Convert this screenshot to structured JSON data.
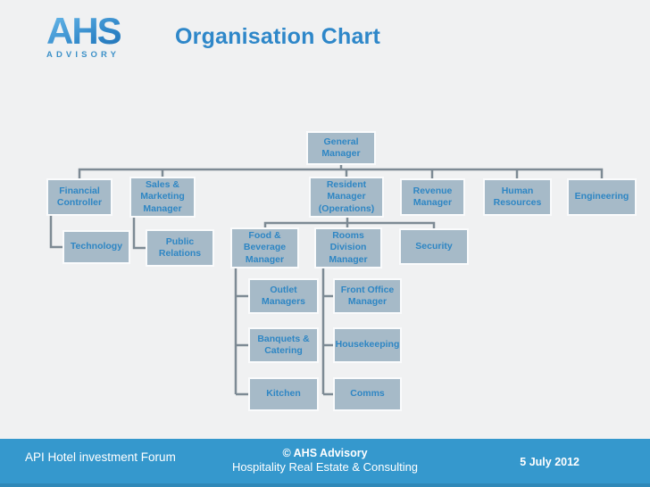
{
  "slide": {
    "logo": {
      "name": "AHS",
      "tagline": "ADVISORY"
    },
    "title": "Organisation Chart"
  },
  "org_chart": {
    "nodes": {
      "general_manager": {
        "label": "General Manager"
      },
      "financial_controller": {
        "label": "Financial Controller"
      },
      "sales_marketing_manager": {
        "label": "Sales & Marketing Manager"
      },
      "resident_manager": {
        "label": "Resident Manager (Operations)"
      },
      "revenue_manager": {
        "label": "Revenue Manager"
      },
      "human_resources": {
        "label": "Human Resources"
      },
      "engineering": {
        "label": "Engineering"
      },
      "technology": {
        "label": "Technology"
      },
      "public_relations": {
        "label": "Public Relations"
      },
      "food_beverage_manager": {
        "label": "Food & Beverage Manager"
      },
      "rooms_division_manager": {
        "label": "Rooms Division Manager"
      },
      "security": {
        "label": "Security"
      },
      "outlet_managers": {
        "label": "Outlet Managers"
      },
      "front_office_manager": {
        "label": "Front Office Manager"
      },
      "banquets_catering": {
        "label": "Banquets & Catering"
      },
      "housekeeping": {
        "label": "Housekeeping"
      },
      "kitchen": {
        "label": "Kitchen"
      },
      "comms": {
        "label": "Comms"
      }
    }
  },
  "footer": {
    "event": "API Hotel investment Forum",
    "copyright": "© AHS Advisory",
    "company_line": "Hospitality Real Estate & Consulting",
    "date": "5 July 2012"
  },
  "colors": {
    "accent_blue": "#2e87c9",
    "node_fill": "#a6bac8",
    "node_text": "#2e86c4",
    "connector": "#7d8a94",
    "footer_bar": "#3598cd",
    "background": "#f0f1f2"
  }
}
